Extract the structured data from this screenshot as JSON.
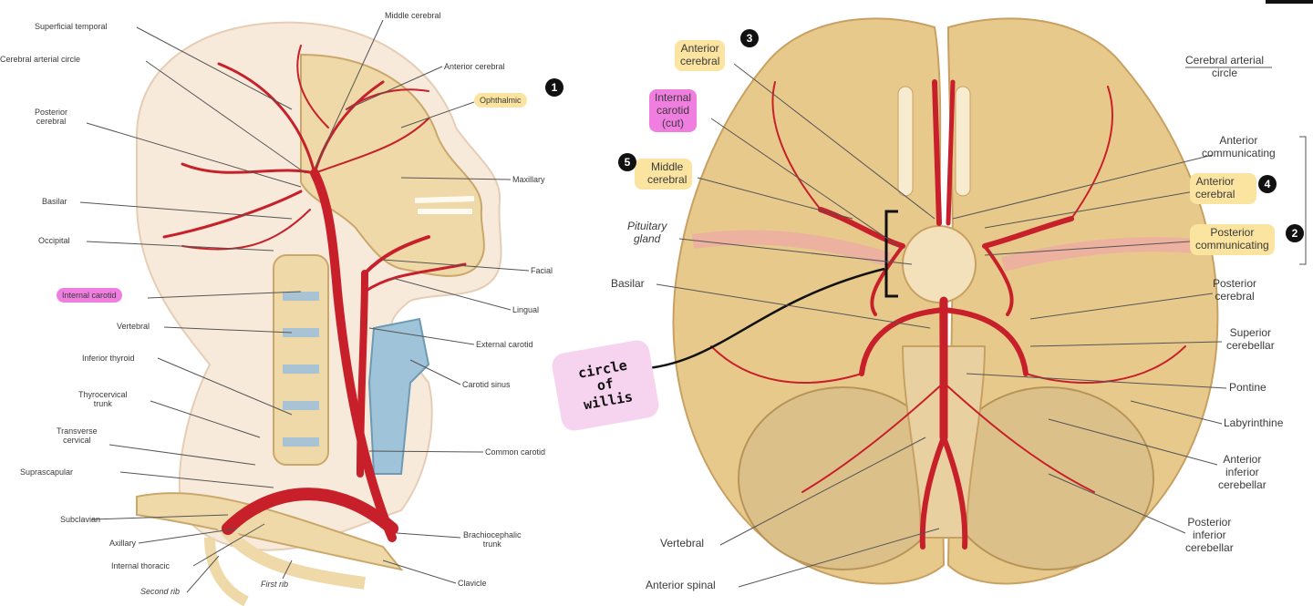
{
  "left_panel": {
    "labels": {
      "superficial_temporal": "Superficial temporal",
      "cerebral_arterial_circle": "Cerebral arterial circle",
      "posterior_cerebral": "Posterior\ncerebral",
      "basilar": "Basilar",
      "occipital": "Occipital",
      "internal_carotid": "Internal carotid",
      "vertebral": "Vertebral",
      "inferior_thyroid": "Inferior thyroid",
      "thyrocervical_trunk": "Thyrocervical\ntrunk",
      "transverse_cervical": "Transverse\ncervical",
      "suprascapular": "Suprascapular",
      "subclavian": "Subclavian",
      "axillary": "Axillary",
      "internal_thoracic": "Internal thoracic",
      "second_rib": "Second rib",
      "first_rib": "First rib",
      "middle_cerebral": "Middle cerebral",
      "anterior_cerebral": "Anterior cerebral",
      "ophthalmic": "Ophthalmic",
      "maxillary": "Maxillary",
      "facial": "Facial",
      "lingual": "Lingual",
      "external_carotid": "External carotid",
      "carotid_sinus": "Carotid sinus",
      "common_carotid": "Common carotid",
      "brachiocephalic_trunk": "Brachiocephalic\ntrunk",
      "clavicle": "Clavicle"
    }
  },
  "right_panel": {
    "labels": {
      "anterior_cerebral": "Anterior\ncerebral",
      "internal_carotid_cut": "Internal\ncarotid\n(cut)",
      "middle_cerebral": "Middle\ncerebral",
      "pituitary_gland": "Pituitary\ngland",
      "basilar": "Basilar",
      "vertebral": "Vertebral",
      "anterior_spinal": "Anterior spinal",
      "cerebral_arterial_circle": "Cerebral arterial\ncircle",
      "anterior_communicating": "Anterior\ncommunicating",
      "anterior_cerebral_r": "Anterior\ncerebral",
      "posterior_communicating": "Posterior\ncommunicating",
      "posterior_cerebral": "Posterior\ncerebral",
      "superior_cerebellar": "Superior\ncerebellar",
      "pontine": "Pontine",
      "labyrinthine": "Labyrinthine",
      "anterior_inferior_cerebellar": "Anterior\ninferior\ncerebellar",
      "posterior_inferior_cerebellar": "Posterior\ninferior\ncerebellar"
    },
    "annotation": "circle\nof\nwillis"
  },
  "badges": {
    "ophthalmic": "1",
    "anterior_cerebral_top": "3",
    "middle_cerebral": "5",
    "anterior_cerebral_right": "4",
    "posterior_communicating": "2"
  },
  "colors": {
    "artery": "#c8202a",
    "bone": "#efd9a8",
    "brain": "#e8c98c",
    "highlight_yellow": "#fbe3a0",
    "highlight_pink": "#f07ee0",
    "note_pink": "#f6d3ee"
  }
}
